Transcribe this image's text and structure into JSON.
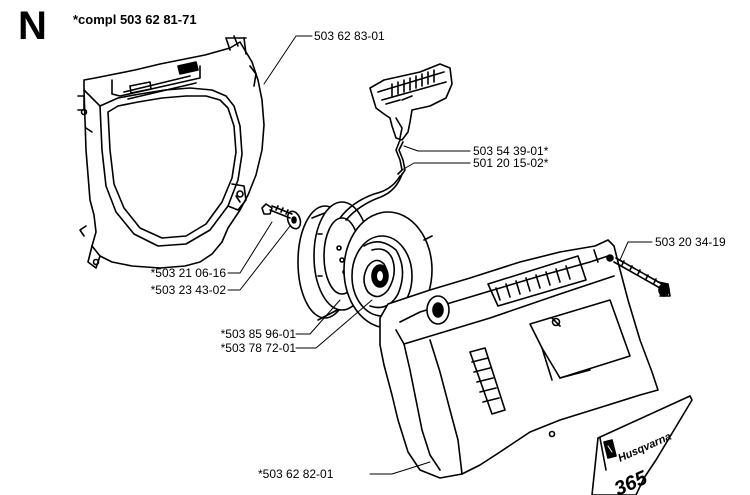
{
  "section": {
    "letter": "N",
    "title": "*compl 503 62 81-71"
  },
  "part_numbers": {
    "flywheel_shroud": "503 62 83-01",
    "starter_handle": "503 54 39-01*",
    "starter_cord": "501 20 15-02*",
    "cover_screw": "503 20 34-19",
    "pulley_screw": "*503 21 06-16",
    "pulley_washer": "*503 23 43-02",
    "rewind_spring": "*503 85 96-01",
    "rope_pulley": "*503 78 72-01",
    "starter_cover": "*503 62 82-01"
  },
  "decal": {
    "brand": "Husqvarna",
    "model_fragment": "365"
  },
  "colors": {
    "ink": "#000000",
    "paper": "#ffffff"
  }
}
